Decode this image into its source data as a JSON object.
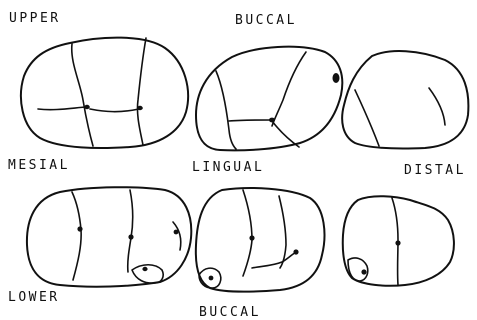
{
  "labels": {
    "upper": "UPPER",
    "buccal_top": "BUCCAL",
    "mesial": "MESIAL",
    "lingual": "LINGUAL",
    "distal": "DISTAL",
    "lower": "LOWER",
    "buccal_bottom": "BUCCAL"
  },
  "colors": {
    "ink": "#111111",
    "background": "#ffffff"
  }
}
